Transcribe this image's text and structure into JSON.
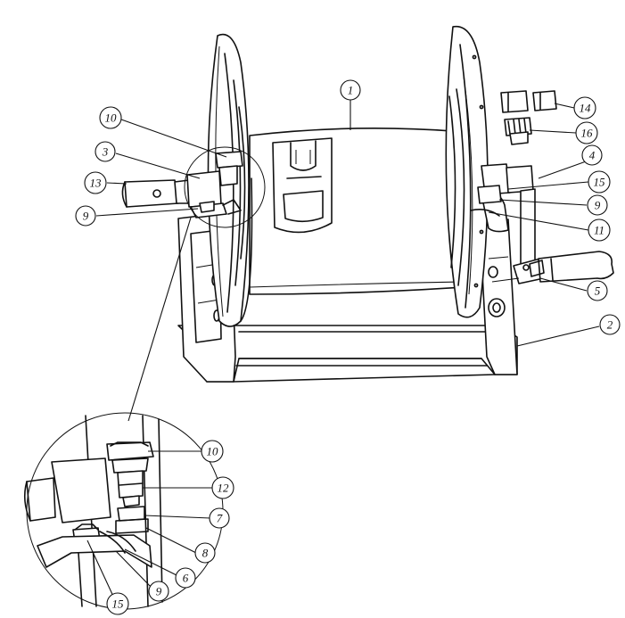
{
  "callouts": [
    {
      "id": "c1",
      "label": "1"
    },
    {
      "id": "c2",
      "label": "2"
    },
    {
      "id": "c3",
      "label": "3"
    },
    {
      "id": "c4",
      "label": "4"
    },
    {
      "id": "c5",
      "label": "5"
    },
    {
      "id": "c9a",
      "label": "9"
    },
    {
      "id": "c9b",
      "label": "9"
    },
    {
      "id": "c10",
      "label": "10"
    },
    {
      "id": "c11",
      "label": "11"
    },
    {
      "id": "c13",
      "label": "13"
    },
    {
      "id": "c14",
      "label": "14"
    },
    {
      "id": "c15a",
      "label": "15"
    },
    {
      "id": "c16",
      "label": "16"
    },
    {
      "id": "d10",
      "label": "10"
    },
    {
      "id": "d12",
      "label": "12"
    },
    {
      "id": "d7",
      "label": "7"
    },
    {
      "id": "d8",
      "label": "8"
    },
    {
      "id": "d6",
      "label": "6"
    },
    {
      "id": "d9",
      "label": "9"
    },
    {
      "id": "d15",
      "label": "15"
    }
  ]
}
